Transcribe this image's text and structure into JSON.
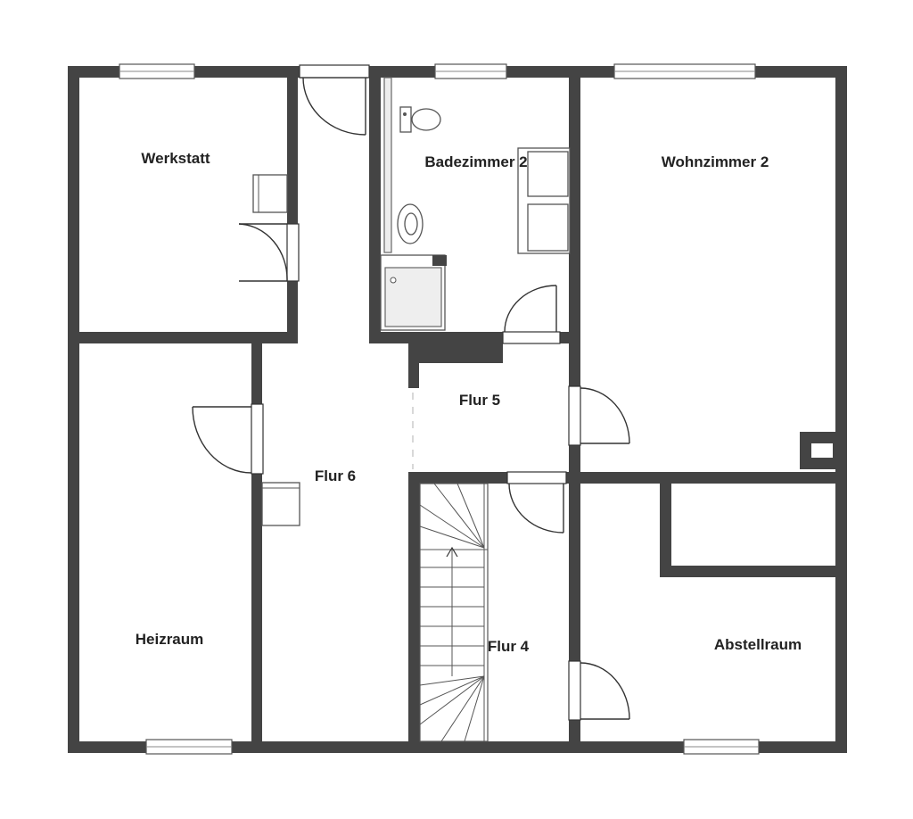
{
  "rooms": {
    "werkstatt": "Werkstatt",
    "badezimmer": "Badezimmer 2",
    "wohnzimmer": "Wohnzimmer 2",
    "flur5": "Flur 5",
    "flur6": "Flur 6",
    "flur4": "Flur 4",
    "heizraum": "Heizraum",
    "abstellraum": "Abstellraum"
  },
  "colors": {
    "wall": "#444444",
    "background": "#ffffff"
  }
}
